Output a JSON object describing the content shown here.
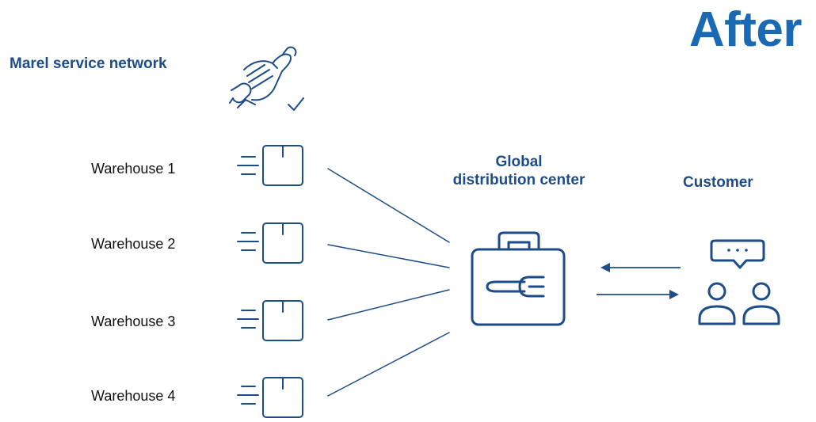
{
  "title": "After",
  "service_network": {
    "label": "Marel service network",
    "icon": "wrench-hand-check-icon"
  },
  "warehouses": [
    {
      "label": "Warehouse 1",
      "icon": "box-icon"
    },
    {
      "label": "Warehouse 2",
      "icon": "box-icon"
    },
    {
      "label": "Warehouse 3",
      "icon": "box-icon"
    },
    {
      "label": "Warehouse 4",
      "icon": "box-icon"
    }
  ],
  "distribution_center": {
    "line1": "Global",
    "line2": "distribution center",
    "icon": "toolbox-wrench-icon"
  },
  "customer": {
    "label": "Customer",
    "icon": "customer-chat-icon"
  },
  "colors": {
    "title": "#1a6ab3",
    "heading": "#1d4d89",
    "line": "#1d4d89",
    "text": "#111111"
  }
}
